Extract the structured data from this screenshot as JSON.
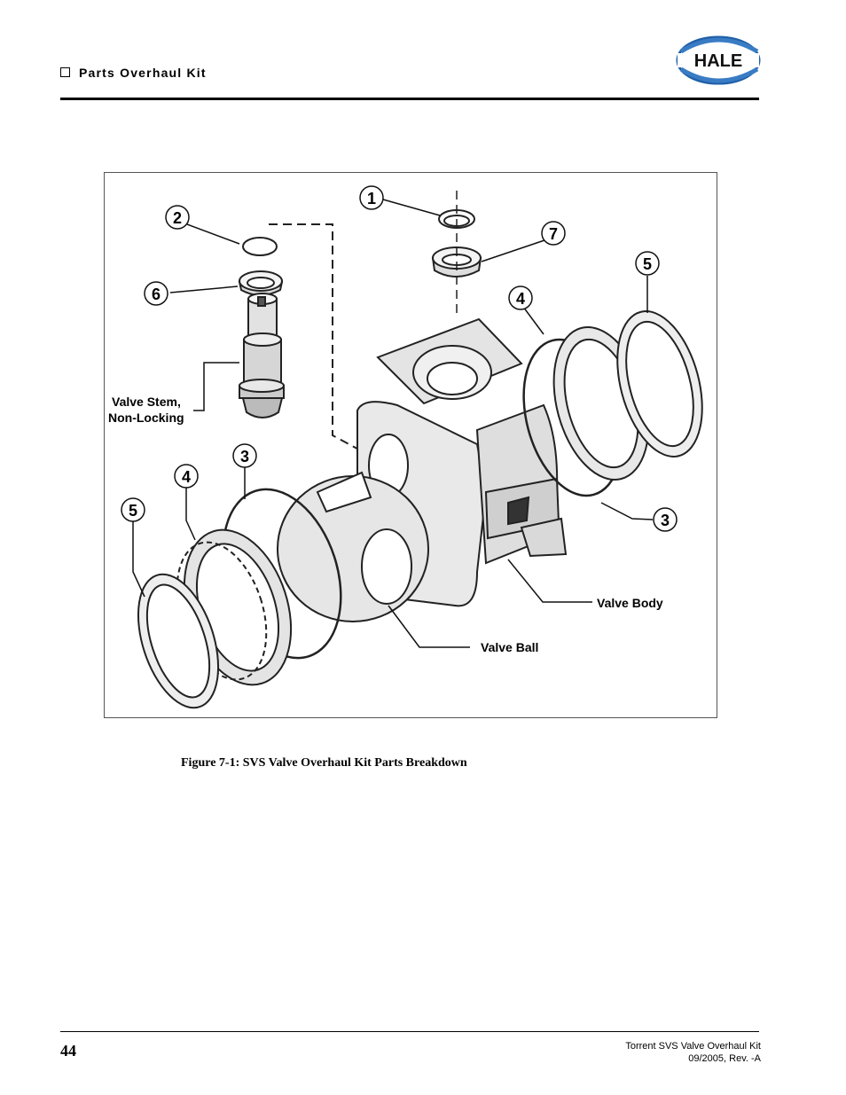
{
  "header": {
    "section_title": "Parts Overhaul Kit",
    "logo_text": "HALE",
    "brand_color": "#1f5fa8"
  },
  "figure": {
    "callouts": {
      "c1": "1",
      "c2": "2",
      "c3a": "3",
      "c3b": "3",
      "c4a": "4",
      "c4b": "4",
      "c5a": "5",
      "c5b": "5",
      "c6": "6",
      "c7": "7"
    },
    "labels": {
      "valve_stem_line1": "Valve Stem,",
      "valve_stem_line2": "Non-Locking",
      "valve_body": "Valve Body",
      "valve_ball": "Valve Ball"
    },
    "caption": "Figure 7-1: SVS Valve Overhaul Kit Parts Breakdown"
  },
  "footer": {
    "page_number": "44",
    "doc_title": "Torrent SVS Valve Overhaul Kit",
    "revision": "09/2005, Rev. -A"
  }
}
